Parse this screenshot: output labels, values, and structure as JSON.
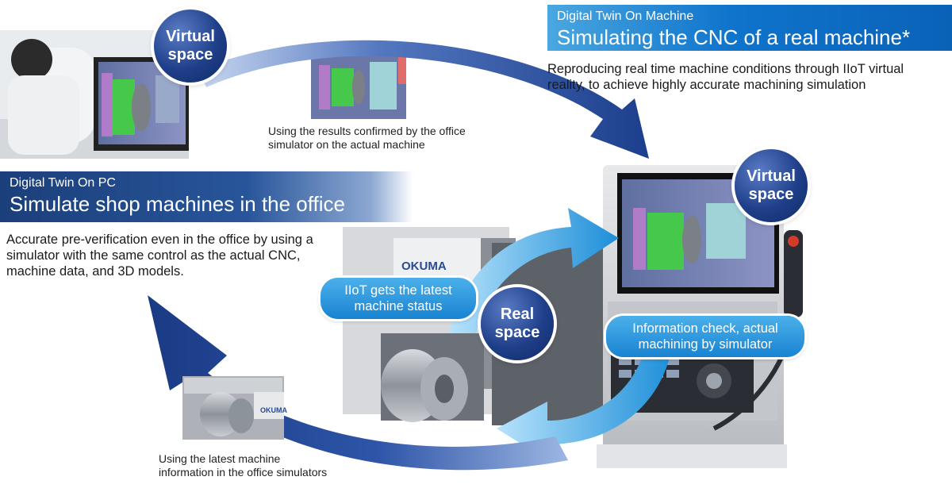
{
  "top_right": {
    "subtitle": "Digital Twin On Machine",
    "title": "Simulating the CNC of a real machine*",
    "description": "Reproducing real time machine conditions through IIoT virtual reality, to achieve highly accurate machining simulation"
  },
  "left_panel": {
    "subtitle": "Digital Twin On PC",
    "title": "Simulate shop machines in the office",
    "description": "Accurate pre-verification even in the office by using a simulator with the same control as the actual CNC, machine data, and 3D models."
  },
  "captions": {
    "office_sim": "Using the results confirmed by the office simulator on the actual machine",
    "latest_info": "Using the latest machine information in the office simulators"
  },
  "bubbles": {
    "virtual_top_left_1": "Virtual",
    "virtual_top_left_2": "space",
    "virtual_right_1": "Virtual",
    "virtual_right_2": "space",
    "real_1": "Real",
    "real_2": "space"
  },
  "pills": {
    "iiot": "IIoT gets the latest machine status",
    "check": "Information check, actual machining by simulator"
  },
  "logos": {
    "okuma_machine": "OKUMA",
    "okuma_photo": "OKUMA"
  },
  "colors": {
    "dark_blue": "#1f3f8a",
    "light_blue": "#1883d2",
    "banner_blue": "#0f74cc"
  }
}
